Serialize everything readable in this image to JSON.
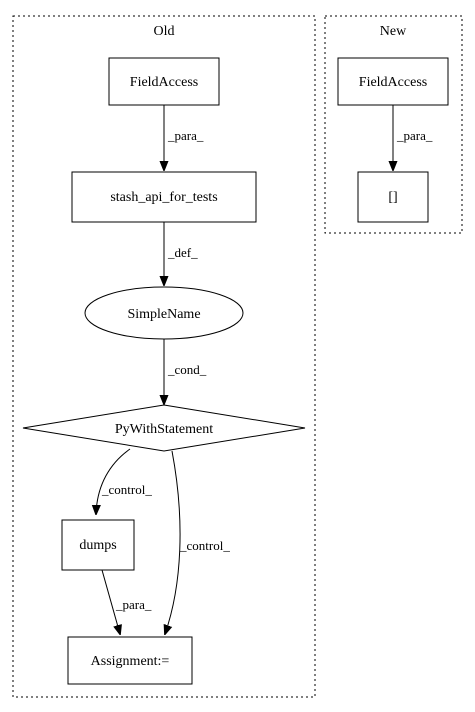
{
  "clusters": {
    "old": {
      "label": "Old"
    },
    "new": {
      "label": "New"
    }
  },
  "nodes": {
    "old_fieldaccess": {
      "label": "FieldAccess"
    },
    "stash_api": {
      "label": "stash_api_for_tests"
    },
    "simplename": {
      "label": "SimpleName"
    },
    "pywith": {
      "label": "PyWithStatement"
    },
    "dumps": {
      "label": "dumps"
    },
    "assignment": {
      "label": "Assignment:="
    },
    "new_fieldaccess": {
      "label": "FieldAccess"
    },
    "brackets": {
      "label": "[]"
    }
  },
  "edges": {
    "fa_to_stash": {
      "label": "_para_"
    },
    "stash_to_simplename": {
      "label": "_def_"
    },
    "simplename_to_pywith": {
      "label": "_cond_"
    },
    "pywith_to_dumps": {
      "label": "_control_"
    },
    "pywith_to_assignment": {
      "label": "_control_"
    },
    "dumps_to_assignment": {
      "label": "_para_"
    },
    "newfa_to_brackets": {
      "label": "_para_"
    }
  }
}
